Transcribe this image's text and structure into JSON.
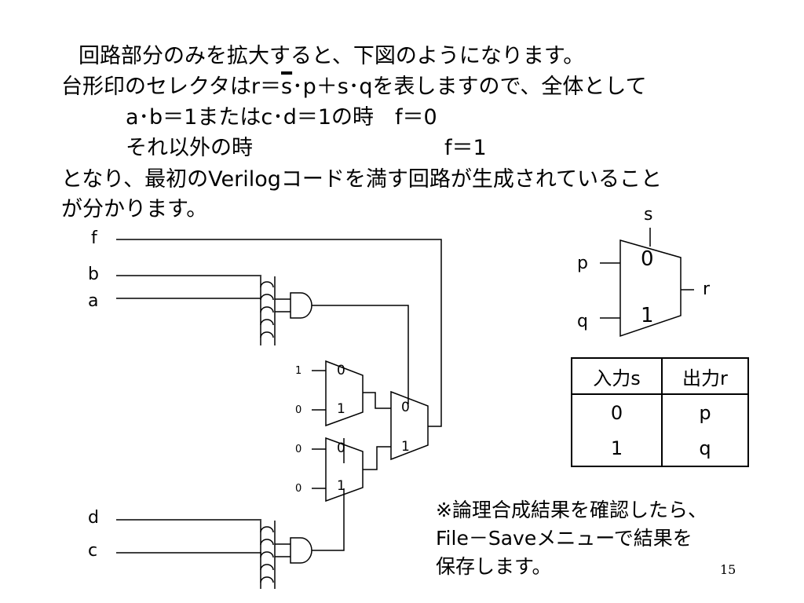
{
  "text": {
    "line1": "回路部分のみを拡大すると、下図のようになります。",
    "line2_pre": "台形印のセレクタはr＝",
    "line2_bar": "s",
    "line2_post": "･p＋s･qを表しますので、全体として",
    "line3": "a･b＝1またはc･d＝1の時　f＝0",
    "line4_left": "それ以外の時",
    "line4_right": "f＝1",
    "line5": "となり、最初のVerilogコードを満す回路が生成されていること",
    "line6": "が分かります。"
  },
  "circuit": {
    "f": "f",
    "b": "b",
    "a": "a",
    "d": "d",
    "c": "c",
    "const1": "1",
    "const2": "0",
    "const3": "0",
    "const4": "0",
    "mux1_in0": "0",
    "mux1_in1": "1",
    "mux2_in0": "0",
    "mux2_in1": "1",
    "mux3_in0": "0",
    "mux3_in1": "1"
  },
  "legend": {
    "s": "s",
    "p": "p",
    "q": "q",
    "r": "r",
    "in0": "0",
    "in1": "1"
  },
  "table": {
    "header_in": "入力s",
    "header_out": "出力r",
    "rows": [
      {
        "in": "0",
        "out": "p"
      },
      {
        "in": "1",
        "out": "q"
      }
    ]
  },
  "note": {
    "line1": "※論理合成結果を確認したら、",
    "line2": "File－Saveメニューで結果を",
    "line3": "保存します。"
  },
  "page_number": "15"
}
